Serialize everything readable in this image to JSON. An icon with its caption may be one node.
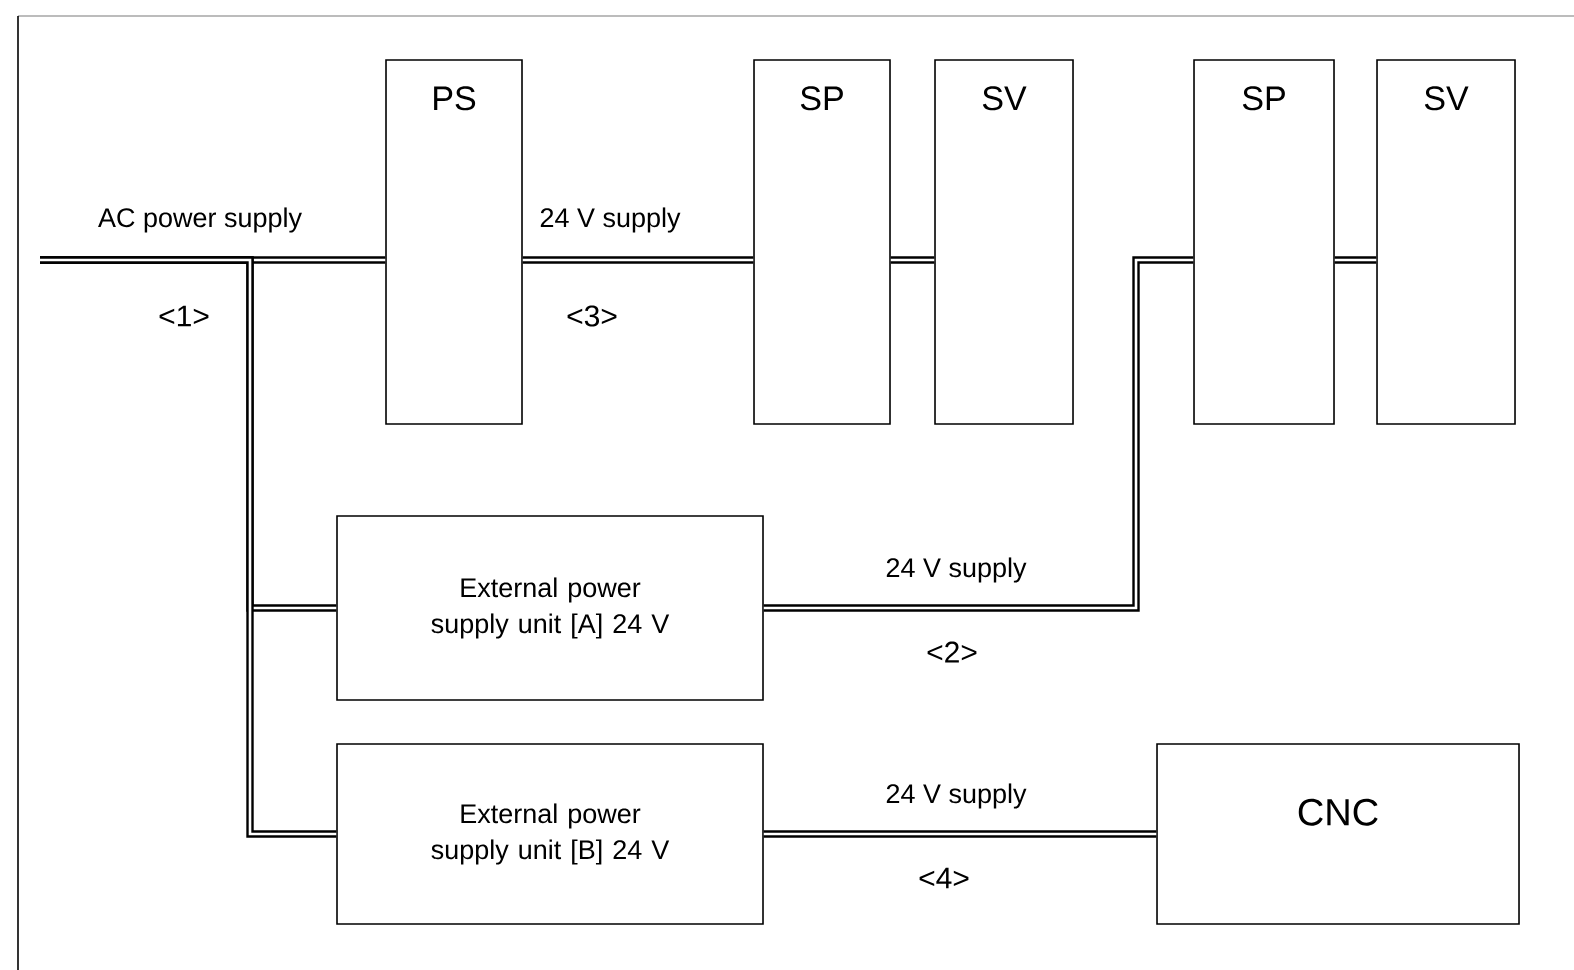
{
  "diagram": {
    "nodes": [
      {
        "text": [
          "PS"
        ]
      },
      {
        "text": [
          "SP"
        ]
      },
      {
        "text": [
          "SV"
        ]
      },
      {
        "text": [
          "SP"
        ]
      },
      {
        "text": [
          "SV"
        ]
      },
      {
        "text": [
          "External power supply unit [A] 24 V"
        ]
      },
      {
        "text": [
          "External power supply unit [B] 24 V"
        ]
      },
      {
        "text": [
          "CNC"
        ]
      }
    ],
    "edges": [
      {
        "from": null,
        "to": 0,
        "arrow": "none",
        "label": "AC power supply"
      },
      {
        "from": null,
        "to": 5,
        "arrow": "none"
      },
      {
        "from": null,
        "to": 6,
        "arrow": "none"
      },
      {
        "from": 0,
        "to": 1,
        "arrow": "none",
        "label": "24 V supply"
      },
      {
        "from": 1,
        "to": 2,
        "arrow": "none"
      },
      {
        "from": 5,
        "to": 3,
        "arrow": "none",
        "label": "24 V supply"
      },
      {
        "from": 3,
        "to": 4,
        "arrow": "none"
      },
      {
        "from": 6,
        "to": 7,
        "arrow": "none",
        "label": "24 V supply"
      }
    ],
    "labels": [
      "<1>",
      "<3>",
      "<2>",
      "<4>"
    ]
  }
}
